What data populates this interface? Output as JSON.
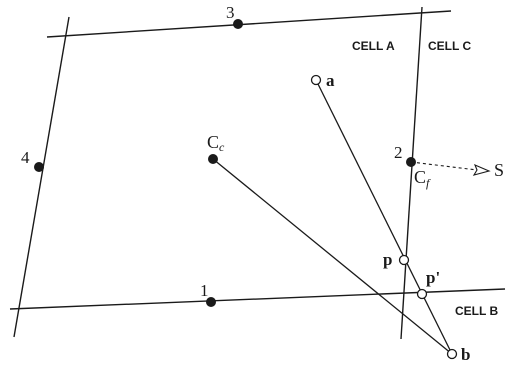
{
  "labels": {
    "p1": "1",
    "p2": "2",
    "p3": "3",
    "p4": "4",
    "cc_main": "C",
    "cc_sub": "c",
    "cf_main": "C",
    "cf_sub": "f",
    "a": "a",
    "b": "b",
    "p": "p",
    "p_prime": "p'",
    "s": "S",
    "cell_a": "CELL A",
    "cell_b": "CELL B",
    "cell_c": "CELL C"
  }
}
